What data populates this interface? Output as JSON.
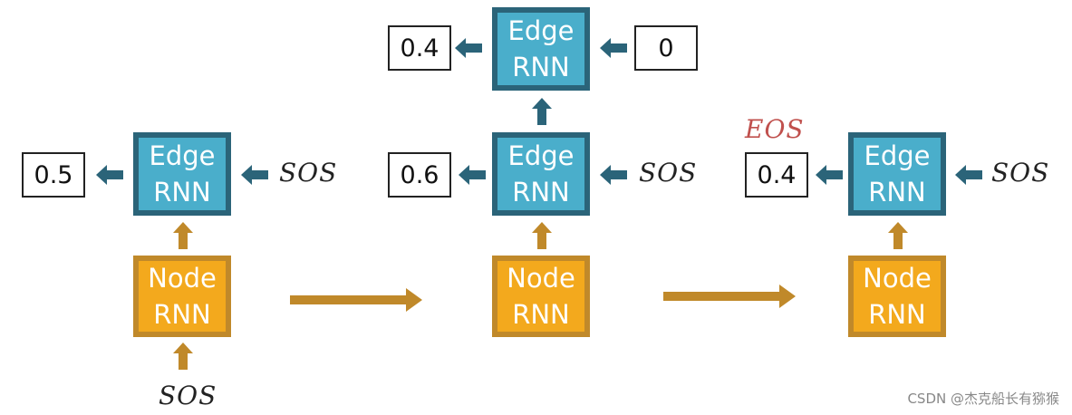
{
  "edge_label": [
    "Edge",
    "RNN"
  ],
  "node_label": [
    "Node",
    "RNN"
  ],
  "start_token": "SOS",
  "end_token": "EOS",
  "step1": {
    "output": "0.5"
  },
  "step2": {
    "output_lower": "0.6",
    "output_upper": "0.4",
    "input_upper": "0"
  },
  "step3": {
    "output": "0.4"
  },
  "watermark": "CSDN @杰克船长有猕猴",
  "colors": {
    "edge_fill": "#4aaecb",
    "edge_border": "#2b6479",
    "node_fill": "#f3a91d",
    "node_border": "#c0892a",
    "eos": "#c0504d"
  }
}
